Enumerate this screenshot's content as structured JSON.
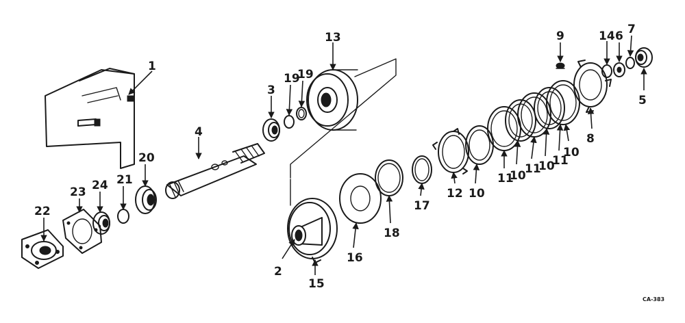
{
  "diagram": {
    "callouts": {
      "c1": "1",
      "c2": "2",
      "c3": "3",
      "c4": "4",
      "c5": "5",
      "c6": "6",
      "c7": "7",
      "c8": "8",
      "c9": "9",
      "c10a": "10",
      "c10b": "10",
      "c10c": "10",
      "c10d": "10",
      "c11a": "11",
      "c11b": "11",
      "c11c": "11",
      "c12": "12",
      "c13": "13",
      "c14": "14",
      "c15": "15",
      "c16": "16",
      "c17": "17",
      "c18": "18",
      "c19a": "19",
      "c19b": "19",
      "c20": "20",
      "c21": "21",
      "c22": "22",
      "c23": "23",
      "c24": "24"
    },
    "reference_code": "CA-383"
  }
}
